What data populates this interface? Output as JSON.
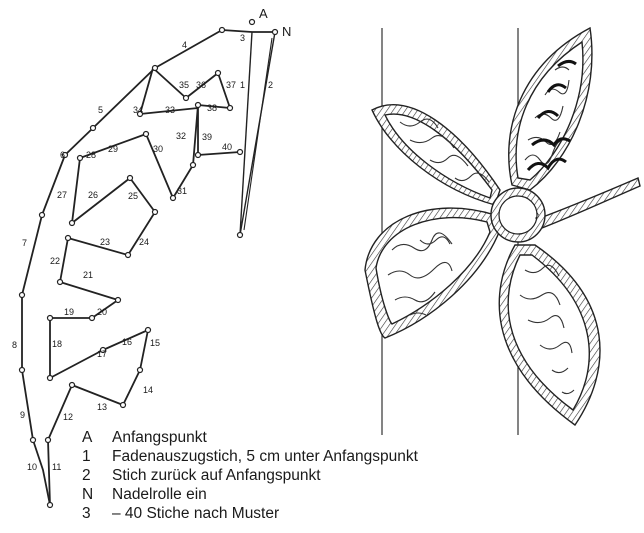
{
  "diagram": {
    "leaf_labels": [
      "A",
      "N",
      "1",
      "2",
      "3",
      "4",
      "5",
      "6",
      "7",
      "8",
      "9",
      "10",
      "11",
      "12",
      "13",
      "14",
      "15",
      "16",
      "17",
      "18",
      "19",
      "20",
      "21",
      "22",
      "23",
      "24",
      "25",
      "26",
      "27",
      "28",
      "29",
      "30",
      "31",
      "32",
      "33",
      "34",
      "35",
      "36",
      "37",
      "38",
      "39",
      "40"
    ]
  },
  "legend": [
    {
      "key": "A",
      "text": "Anfangspunkt"
    },
    {
      "key": "1",
      "text": "Fadenauszugstich, 5 cm unter Anfangspunkt"
    },
    {
      "key": "2",
      "text": "Stich zurück auf Anfangspunkt"
    },
    {
      "key": "N",
      "text": "Nadelrolle ein"
    },
    {
      "key": "3",
      "text": "– 40 Stiche nach Muster"
    }
  ]
}
